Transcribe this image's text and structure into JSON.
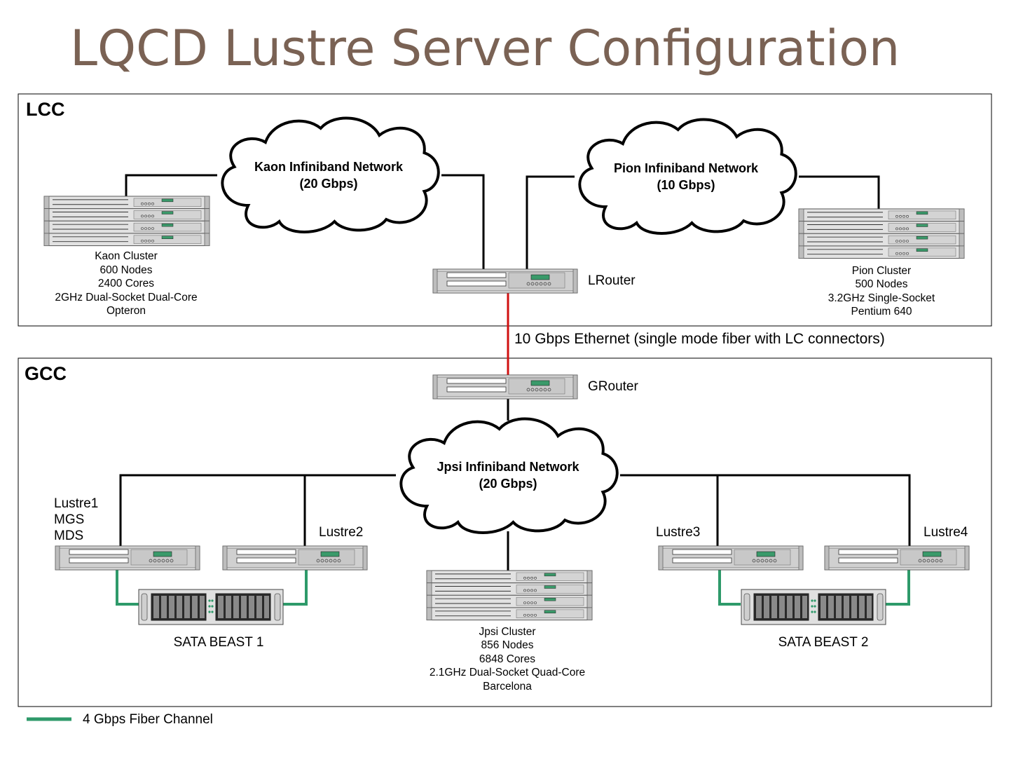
{
  "title": "LQCD Lustre Server Configuration",
  "colors": {
    "title": "#7a6254",
    "ethernet_link": "#d01010",
    "fiber_channel": "#2e9a6a",
    "link": "#000000",
    "server_face": "#d8d8d8",
    "display": "#3a9a6a"
  },
  "lcc": {
    "label": "LCC",
    "kaon_network": {
      "line1": "Kaon Infiniband Network",
      "line2": "(20 Gbps)"
    },
    "pion_network": {
      "line1": "Pion Infiniband Network",
      "line2": "(10 Gbps)"
    },
    "kaon_cluster": [
      "Kaon Cluster",
      "600 Nodes",
      "2400 Cores",
      "2GHz Dual-Socket Dual-Core",
      "Opteron"
    ],
    "pion_cluster": [
      "Pion Cluster",
      "500 Nodes",
      "3.2GHz Single-Socket",
      "Pentium 640"
    ],
    "router": "LRouter"
  },
  "ethernet_label": "10 Gbps Ethernet (single mode fiber with LC connectors)",
  "gcc": {
    "label": "GCC",
    "router": "GRouter",
    "jpsi_network": {
      "line1": "Jpsi Infiniband Network",
      "line2": "(20 Gbps)"
    },
    "lustre1": [
      "Lustre1",
      "MGS",
      "MDS"
    ],
    "lustre2": "Lustre2",
    "lustre3": "Lustre3",
    "lustre4": "Lustre4",
    "sata_beast_1": "SATA BEAST 1",
    "sata_beast_2": "SATA BEAST 2",
    "jpsi_cluster": [
      "Jpsi Cluster",
      "856 Nodes",
      "6848 Cores",
      "2.1GHz Dual-Socket Quad-Core",
      "Barcelona"
    ]
  },
  "legend": {
    "fiber_channel": "4 Gbps Fiber Channel"
  }
}
